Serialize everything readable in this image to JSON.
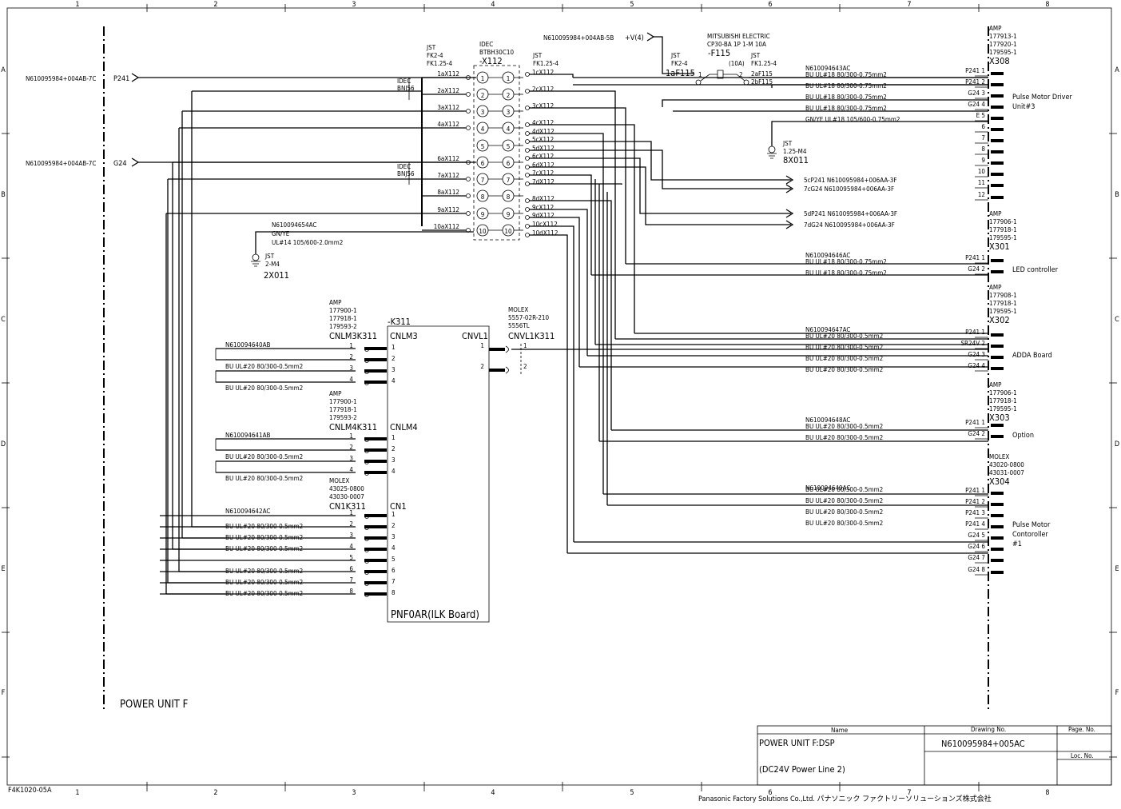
{
  "frame": {
    "col_numbers": [
      "1",
      "2",
      "3",
      "4",
      "5",
      "6",
      "7",
      "8"
    ],
    "row_letters": [
      "A",
      "B",
      "C",
      "D",
      "E",
      "F"
    ],
    "sheet_code": "F4K1020-05A"
  },
  "left_inputs": [
    {
      "part": "N610095984+004AB-7C",
      "signal": "P241"
    },
    {
      "part": "N610095984+004AB-7C",
      "signal": "G24"
    }
  ],
  "top_input": {
    "part": "N610095984+004AB-5B",
    "signal": "+V(4)"
  },
  "terminal": {
    "maker": "IDEC",
    "model": "BTBH30C10",
    "ref": "-X112",
    "left_jst": [
      "JST",
      "FK2-4",
      "FK1.25-4"
    ],
    "right_jst": [
      "JST",
      "FK1.25-4"
    ],
    "bnj_a": [
      "IDEC",
      "BNJ56"
    ],
    "bnj_b": [
      "IDEC",
      "BNJ56"
    ],
    "left_labels": [
      "1aX112",
      "2aX112",
      "3aX112",
      "4aX112",
      "6aX112",
      "7aX112",
      "8aX112",
      "9aX112",
      "10aX112"
    ],
    "right_labels": [
      "1cX112",
      "2cX112",
      "3cX112",
      "4cX112",
      "4dX112",
      "5cX112",
      "5dX112",
      "6cX112",
      "6dX112",
      "7cX112",
      "7dX112",
      "8dX112",
      "9cX112",
      "9dX112",
      "10cX112",
      "10dX112"
    ],
    "numbers": [
      "1",
      "2",
      "3",
      "4",
      "5",
      "6",
      "7",
      "8",
      "9",
      "10"
    ]
  },
  "breaker": {
    "maker": "MITSUBISHI ELECTRIC",
    "model": "CP30-BA 1P 1-M 10A",
    "ref": "-F115",
    "rating": "(10A)",
    "pin1": "1",
    "pin2": "2",
    "jst_left": [
      "JST",
      "FK2-4"
    ],
    "jst_right": [
      "JST",
      "FK1.25-4"
    ],
    "in_label": "1aF115",
    "out_labels": [
      "2aF115",
      "2bF115"
    ]
  },
  "gnd_8x011": {
    "lines": [
      "JST",
      "1.25-M4"
    ],
    "ref": "8X011"
  },
  "gnd_2x011": {
    "part": "N610094654AC",
    "wire1": "GN/YE",
    "wire2": "UL#14 105/600-2.0mm2",
    "lines": [
      "JST",
      "2-M4"
    ],
    "ref": "2X011"
  },
  "outputs": [
    "5cP241 N610095984+006AA-3F",
    "7cG24  N610095984+006AA-3F",
    "5dP241 N610095984+006AA-3F",
    "7dG24  N610095984+006AA-3F"
  ],
  "x308": {
    "part": "N610094643AC",
    "wires": [
      "BU UL#18 80/300-0.75mm2",
      "BU UL#18 80/300-0.75mm2",
      "BU UL#18 80/300-0.75mm2",
      "BU UL#18 80/300-0.75mm2",
      "GN/YE UL#18 105/600-0.75mm2"
    ],
    "conn": [
      "AMP",
      "177913-1",
      "177920-1",
      "179595-1"
    ],
    "ref": "X308",
    "pins": [
      "P241 1",
      "P241 2",
      "G24 3",
      "G24 4",
      "E 5",
      "6",
      "7",
      "8",
      "9",
      "10",
      "11",
      "12"
    ],
    "dest": [
      "Pulse Motor Driver",
      "Unit#3"
    ]
  },
  "x301": {
    "part": "N610094646AC",
    "wires": [
      "BU UL#18 80/300-0.75mm2",
      "BU UL#18 80/300-0.75mm2"
    ],
    "conn": [
      "AMP",
      "177906-1",
      "177918-1",
      "179595-1"
    ],
    "ref": "X301",
    "pins": [
      "P241 1",
      "G24 2"
    ],
    "dest": "LED controller"
  },
  "x302": {
    "part": "N610094647AC",
    "wires": [
      "BU UL#20 80/300-0.5mm2",
      "BU UL#20 80/300-0.5mm2",
      "BU UL#20 80/300-0.5mm2",
      "BU UL#20 80/300-0.5mm2"
    ],
    "conn": [
      "AMP",
      "177908-1",
      "177918-1",
      "179595-1"
    ],
    "ref": "X302",
    "pins": [
      "P241 1",
      "SR24V 2",
      "G24 3",
      "G24 4"
    ],
    "dest": "ADDA Board"
  },
  "x303": {
    "part": "N610094648AC",
    "wires": [
      "BU UL#20 80/300-0.5mm2",
      "BU UL#20 80/300-0.5mm2"
    ],
    "conn": [
      "AMP",
      "177906-1",
      "177918-1",
      "179595-1"
    ],
    "ref": "X303",
    "pins": [
      "P241 1",
      "G24 2"
    ],
    "dest": "Option"
  },
  "x304": {
    "part": "N610094649AC",
    "wires": [
      "BU UL#20 80/300-0.5mm2",
      "BU UL#20 80/300-0.5mm2",
      "BU UL#20 80/300-0.5mm2",
      "BU UL#20 80/300-0.5mm2"
    ],
    "conn": [
      "MOLEX",
      "43020-0800",
      "43031-0007"
    ],
    "ref": "X304",
    "pins": [
      "P241 1",
      "P241 2",
      "P241 3",
      "P241 4",
      "G24 5",
      "G24 6",
      "G24 7",
      "G24 8"
    ],
    "dest": [
      "Pulse Motor",
      "Contoroller",
      "#1"
    ]
  },
  "k311": {
    "ref": "-K311",
    "board": "PNF0AR(ILK Board)",
    "cnlm3": {
      "conn": [
        "AMP",
        "177900-1",
        "177918-1",
        "179593-2"
      ],
      "ref": "CNLM3K311",
      "name": "CNLM3",
      "part": "N610094640AB",
      "wires": [
        "BU UL#20 80/300-0.5mm2",
        "BU UL#20 80/300-0.5mm2"
      ],
      "pins": [
        "1",
        "2",
        "3",
        "4"
      ]
    },
    "cnlm4": {
      "conn": [
        "AMP",
        "177900-1",
        "177918-1",
        "179593-2"
      ],
      "ref": "CNLM4K311",
      "name": "CNLM4",
      "part": "N610094641AB",
      "wires": [
        "BU UL#20 80/300-0.5mm2",
        "BU UL#20 80/300-0.5mm2"
      ],
      "pins": [
        "1",
        "2",
        "3",
        "4"
      ]
    },
    "cn1": {
      "conn": [
        "MOLEX",
        "43025-0800",
        "43030-0007"
      ],
      "ref": "CN1K311",
      "name": "CN1",
      "part": "N610094642AC",
      "wires": [
        "BU UL#20 80/300-0.5mm2",
        "BU UL#20 80/300-0.5mm2",
        "BU UL#20 80/300-0.5mm2",
        "BU UL#20 80/300-0.5mm2",
        "BU UL#20 80/300-0.5mm2",
        "BU UL#20 80/300-0.5mm2"
      ],
      "pins": [
        "1",
        "2",
        "3",
        "4",
        "5",
        "6",
        "7",
        "8"
      ]
    },
    "cnvl1": {
      "conn": [
        "MOLEX",
        "5557-02R-210",
        "5556TL"
      ],
      "ref": "CNVL1K311",
      "name": "CNVL1",
      "pins": [
        "1",
        "2"
      ]
    }
  },
  "area_label": "POWER  UNIT F",
  "title_block": {
    "name_header": "Name",
    "drawing_header": "Drawing No.",
    "page_header": "Page. No.",
    "name": "POWER UNIT F:DSP",
    "subtitle": "(DC24V Power Line 2)",
    "drawing_no": "N610095984+005AC",
    "loc_header": "Loc. No."
  },
  "company": "Panasonic Factory Solutions Co.,Ltd. パナソニック ファクトリーソリューションズ株式会社"
}
